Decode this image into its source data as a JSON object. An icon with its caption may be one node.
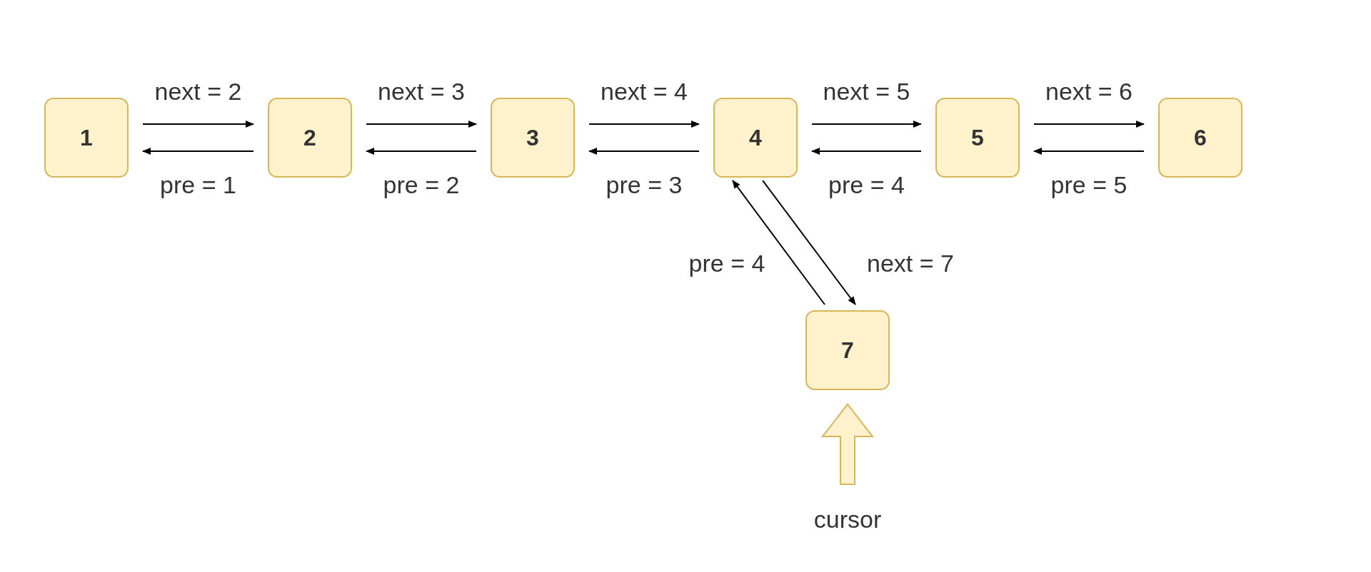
{
  "diagram": {
    "nodes": [
      {
        "text": [
          "1"
        ]
      },
      {
        "text": [
          "2"
        ]
      },
      {
        "text": [
          "3"
        ]
      },
      {
        "text": [
          "4"
        ]
      },
      {
        "text": [
          "5"
        ]
      },
      {
        "text": [
          "6"
        ]
      },
      {
        "text": [
          "7"
        ]
      },
      {
        "text": [
          "cursor"
        ]
      }
    ],
    "edges": [
      {
        "from": 0,
        "to": 1,
        "arrow": "to",
        "label": "next = 2"
      },
      {
        "from": 1,
        "to": 0,
        "arrow": "to",
        "label": "pre = 1"
      },
      {
        "from": 1,
        "to": 2,
        "arrow": "to",
        "label": "next = 3"
      },
      {
        "from": 2,
        "to": 1,
        "arrow": "to",
        "label": "pre = 2"
      },
      {
        "from": 2,
        "to": 3,
        "arrow": "to",
        "label": "next = 4"
      },
      {
        "from": 3,
        "to": 2,
        "arrow": "to",
        "label": "pre = 3"
      },
      {
        "from": 3,
        "to": 4,
        "arrow": "to",
        "label": "next = 5"
      },
      {
        "from": 4,
        "to": 3,
        "arrow": "to",
        "label": "pre = 4"
      },
      {
        "from": 4,
        "to": 5,
        "arrow": "to",
        "label": "next = 6"
      },
      {
        "from": 5,
        "to": 4,
        "arrow": "to",
        "label": "pre = 5"
      },
      {
        "from": 3,
        "to": 6,
        "arrow": "to",
        "label": "next = 7"
      },
      {
        "from": 6,
        "to": 3,
        "arrow": "to",
        "label": "pre = 4"
      },
      {
        "from": 7,
        "to": 6,
        "arrow": "to",
        "style": "thick"
      }
    ]
  }
}
